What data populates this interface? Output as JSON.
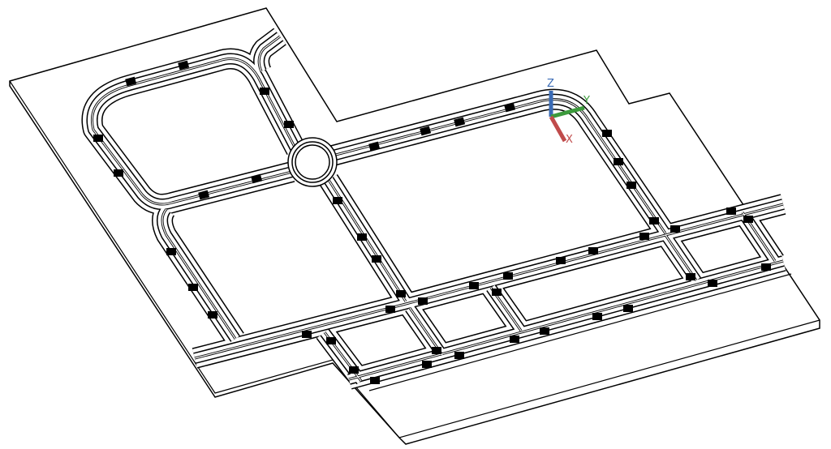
{
  "viewport": {
    "axes": [
      {
        "name": "Z",
        "label": "Z",
        "color": "#3a6bb5"
      },
      {
        "name": "Y",
        "label": "Y",
        "color": "#3c9a3c"
      },
      {
        "name": "X",
        "label": "X",
        "color": "#c04b4b"
      }
    ]
  }
}
